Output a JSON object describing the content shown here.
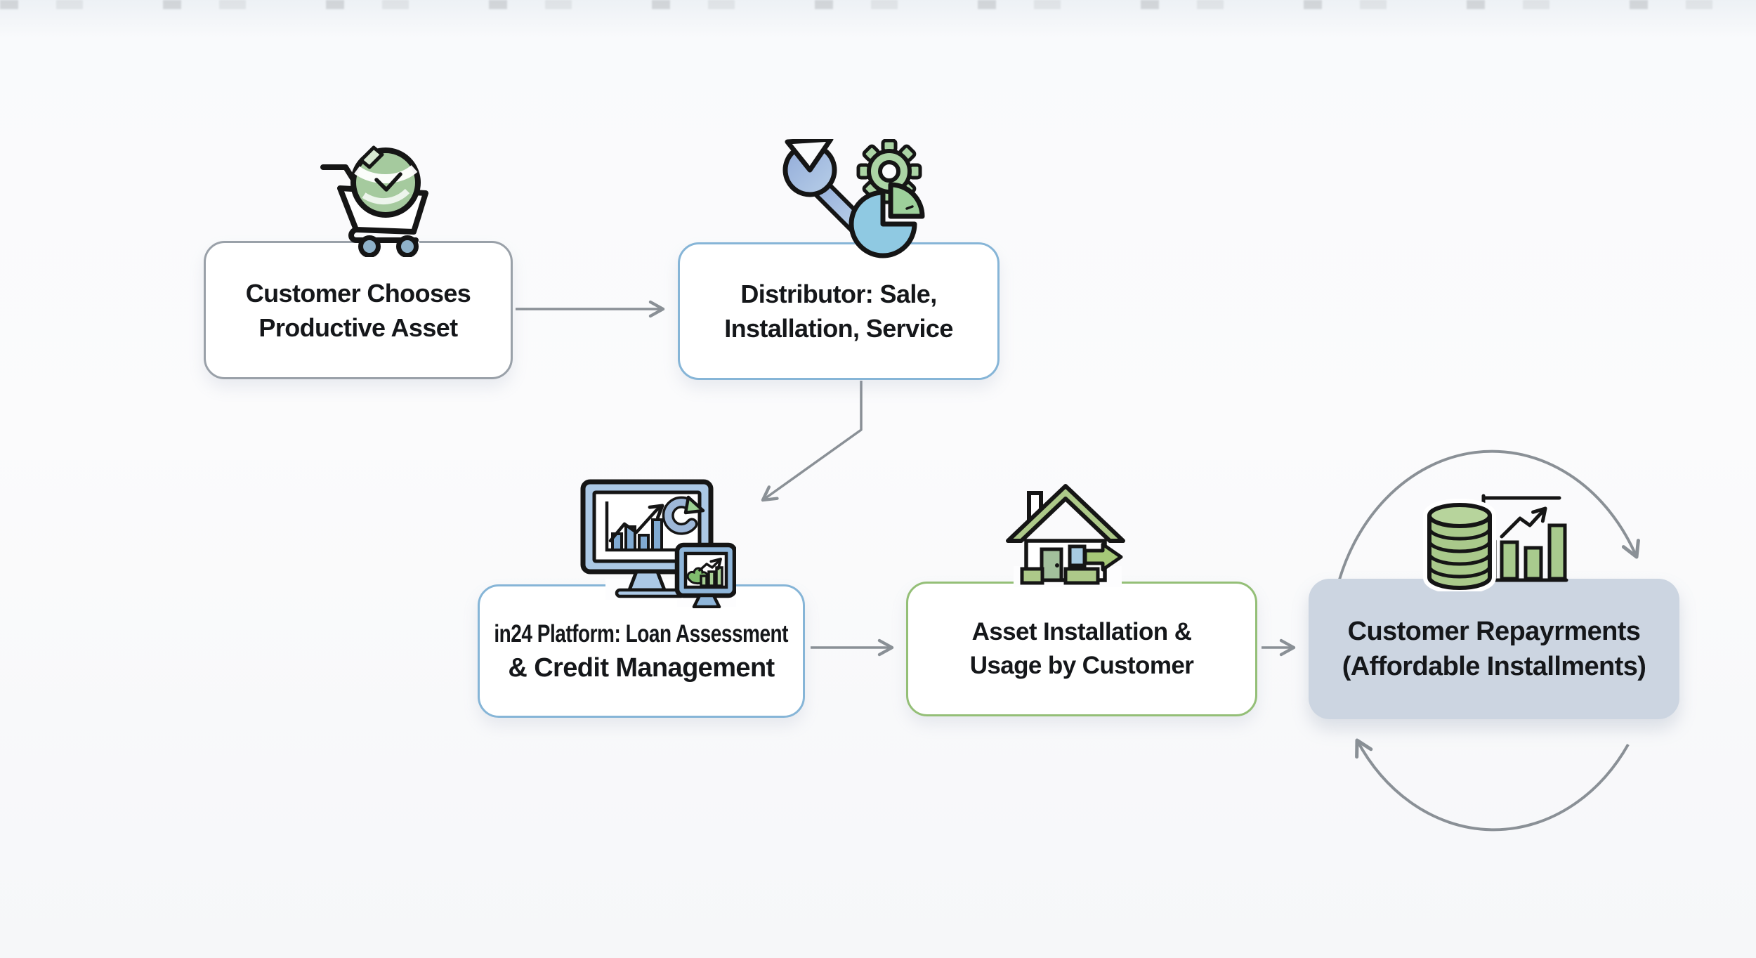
{
  "diagram": {
    "nodes": [
      {
        "id": "customer-chooses",
        "line1": "Customer Chooses",
        "line2": "Productive Asset",
        "icon": "shopping-cart-leaf-icon",
        "border_color": "#9aa1a9",
        "fill": "#ffffff"
      },
      {
        "id": "distributor",
        "line1": "Distributor: Sale,",
        "line2": "Installation, Service",
        "icon": "wrench-gear-pie-icon",
        "border_color": "#86b5d7",
        "fill": "#ffffff"
      },
      {
        "id": "in24-platform",
        "line1": "in24 Platform: Loan Assessment",
        "line2": "& Credit Management",
        "icon": "monitors-analytics-icon",
        "border_color": "#86b5d7",
        "fill": "#ffffff"
      },
      {
        "id": "asset-installation",
        "line1": "Asset Installation &",
        "line2": "Usage by Customer",
        "icon": "house-arrow-icon",
        "border_color": "#94bf77",
        "fill": "#ffffff"
      },
      {
        "id": "customer-repayments",
        "line1": "Customer Repayrments",
        "line2": "(Affordable Installments)",
        "icon": "coins-growth-chart-icon",
        "border_color": "",
        "fill": "#ccd5e1"
      }
    ],
    "edges": [
      {
        "from": "customer-chooses",
        "to": "distributor",
        "type": "straight-arrow"
      },
      {
        "from": "distributor",
        "to": "in24-platform",
        "type": "elbow-arrow-down-left"
      },
      {
        "from": "in24-platform",
        "to": "asset-installation",
        "type": "straight-arrow"
      },
      {
        "from": "asset-installation",
        "to": "customer-repayments",
        "type": "straight-arrow"
      },
      {
        "from": "customer-repayments",
        "to": "customer-repayments",
        "type": "cycle-loop-arrows"
      }
    ],
    "colors": {
      "arrow_gray": "#8a9096",
      "blue_border": "#86b5d7",
      "green_border": "#94bf77",
      "gray_border": "#9aa1a9",
      "repayments_fill": "#ccd5e1",
      "icon_green": "#a9cb8d",
      "icon_blue": "#8fb6da",
      "icon_light_blue": "#abc8e5",
      "pie_blue": "#8fc9e2",
      "text": "#15171a"
    }
  }
}
